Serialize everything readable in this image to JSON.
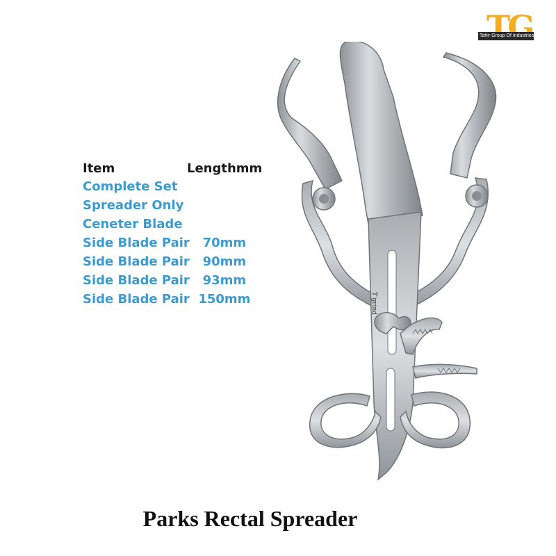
{
  "logo": {
    "letters": "TG",
    "tagline": "Tahir Group Of Industries",
    "color": "#f2ad22"
  },
  "instrument": {
    "engraving": "T'grind",
    "metal_color": "#b8bcc0"
  },
  "spec_table": {
    "header_item": "Item",
    "header_length": "Lengthmm",
    "rows": [
      "Complete Set",
      "Spreader Only",
      "Ceneter Blade",
      "Side Blade Pair   70mm",
      "Side Blade Pair   90mm",
      "Side Blade Pair   93mm",
      "Side Blade Pair  150mm"
    ],
    "row_color": "#3a9bd0"
  },
  "title": "Parks Rectal Spreader"
}
